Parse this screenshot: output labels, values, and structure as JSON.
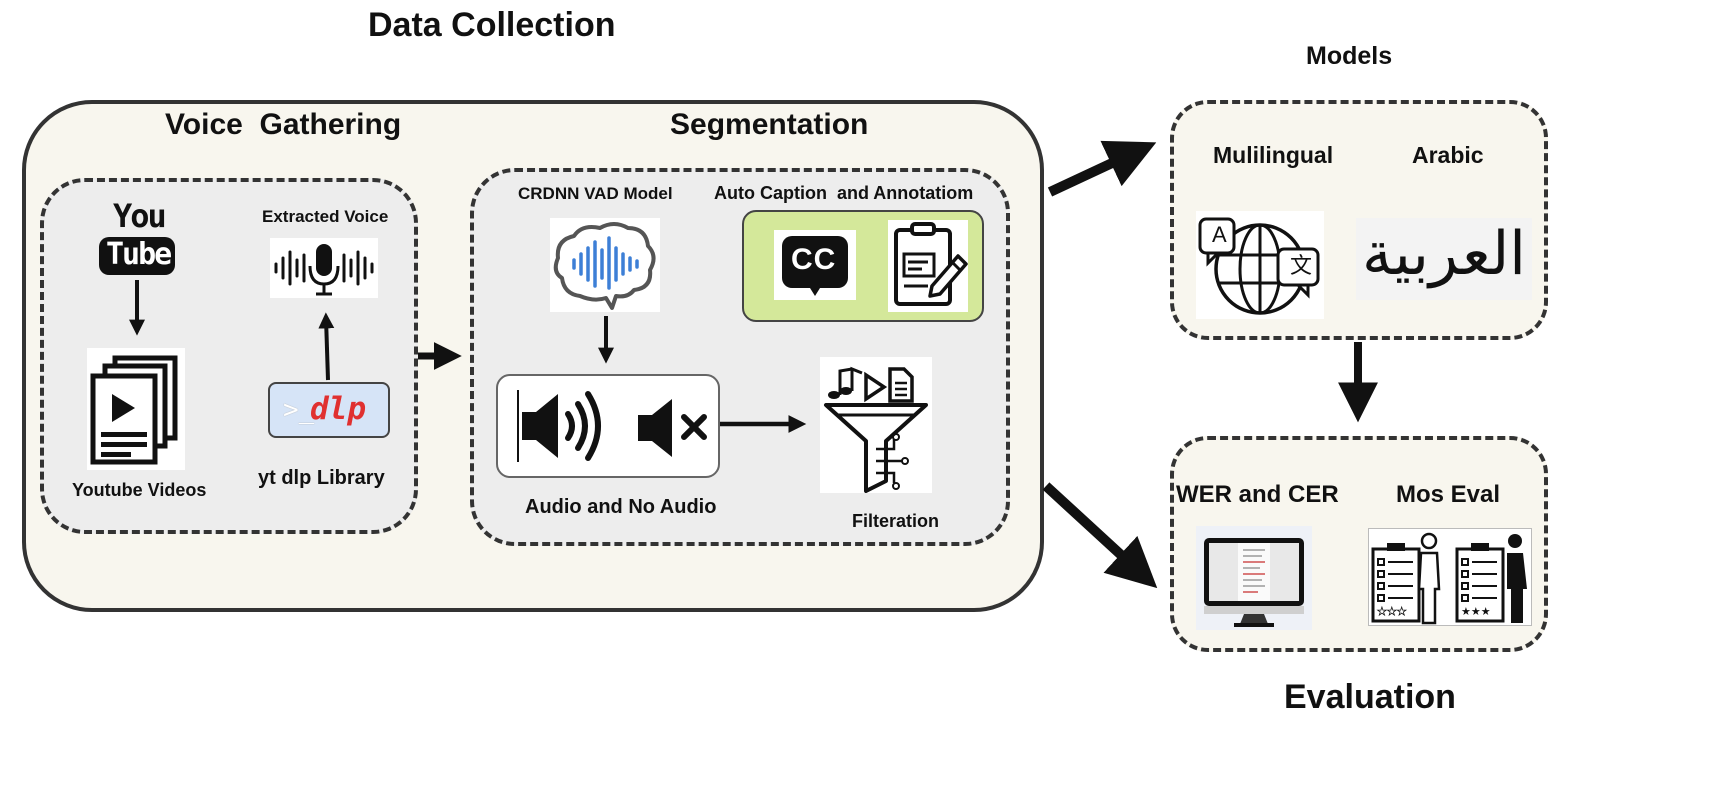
{
  "titles": {
    "data_collection": "Data Collection",
    "models": "Models",
    "evaluation": "Evaluation"
  },
  "voice_gathering": {
    "title": "Voice  Gathering",
    "youtube_logo_top": "You",
    "youtube_logo_bottom": "Tube",
    "youtube_videos": "Youtube Videos",
    "extracted_voice": "Extracted Voice",
    "dlp_prompt": ">_",
    "dlp_name": "dlp",
    "yt_dlp_library": "yt dlp Library"
  },
  "segmentation": {
    "title": "Segmentation",
    "crdnn": "CRDNN VAD Model",
    "auto_caption": "Auto Caption  and Annotatiom",
    "cc_badge": "CC",
    "audio_no_audio": "Audio and No Audio",
    "filteration": "Filteration"
  },
  "models": {
    "multilingual": "Mulilingual",
    "arabic": "Arabic",
    "arabic_script": "العربية",
    "translate_glyph_a": "A",
    "translate_glyph_b": "文"
  },
  "evaluation": {
    "wer_cer": "WER and CER",
    "mos_eval": "Mos Eval"
  },
  "colors": {
    "panel_bg": "#f8f6ee",
    "inner_bg": "#ededed",
    "caption_green": "#d4e89a",
    "dlp_blue": "#d6e4f7",
    "dlp_red": "#e03030",
    "brain_blue": "#3d7fd6"
  }
}
